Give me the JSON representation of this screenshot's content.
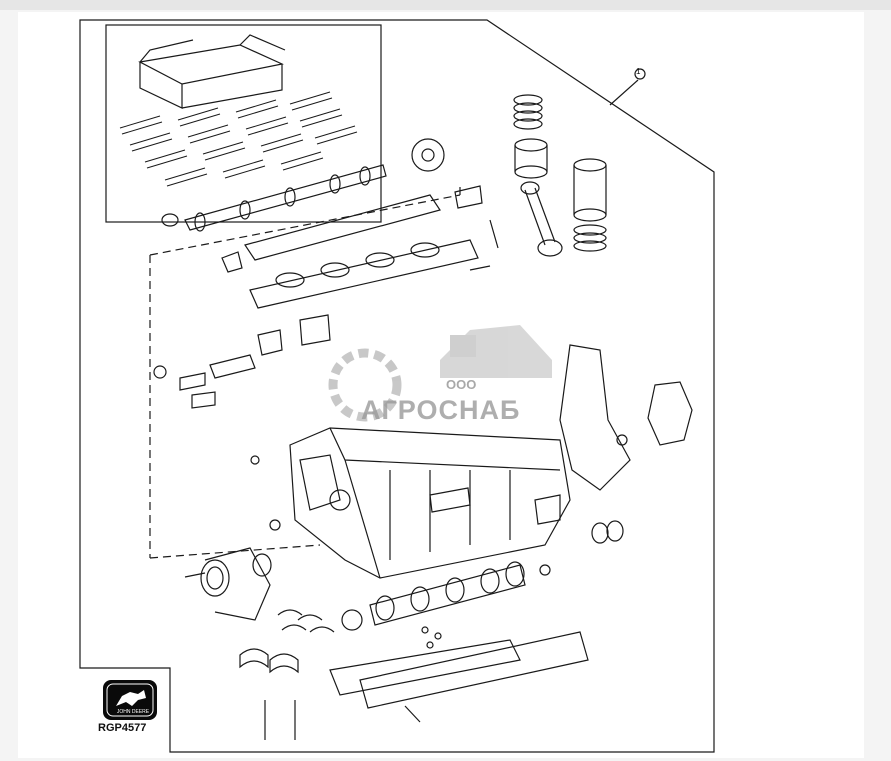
{
  "figure": {
    "callout_number": "1",
    "drawing_code": "RGP4577",
    "brand_badge_text": "JOHN DEERE"
  },
  "watermark": {
    "prefix": "ООО",
    "company": "АГРОСНАБ"
  },
  "colors": {
    "line": "#1a1a1a",
    "watermark": "#9a9a9a",
    "page_bg": "#f4f4f4",
    "sheet_bg": "#ffffff"
  }
}
